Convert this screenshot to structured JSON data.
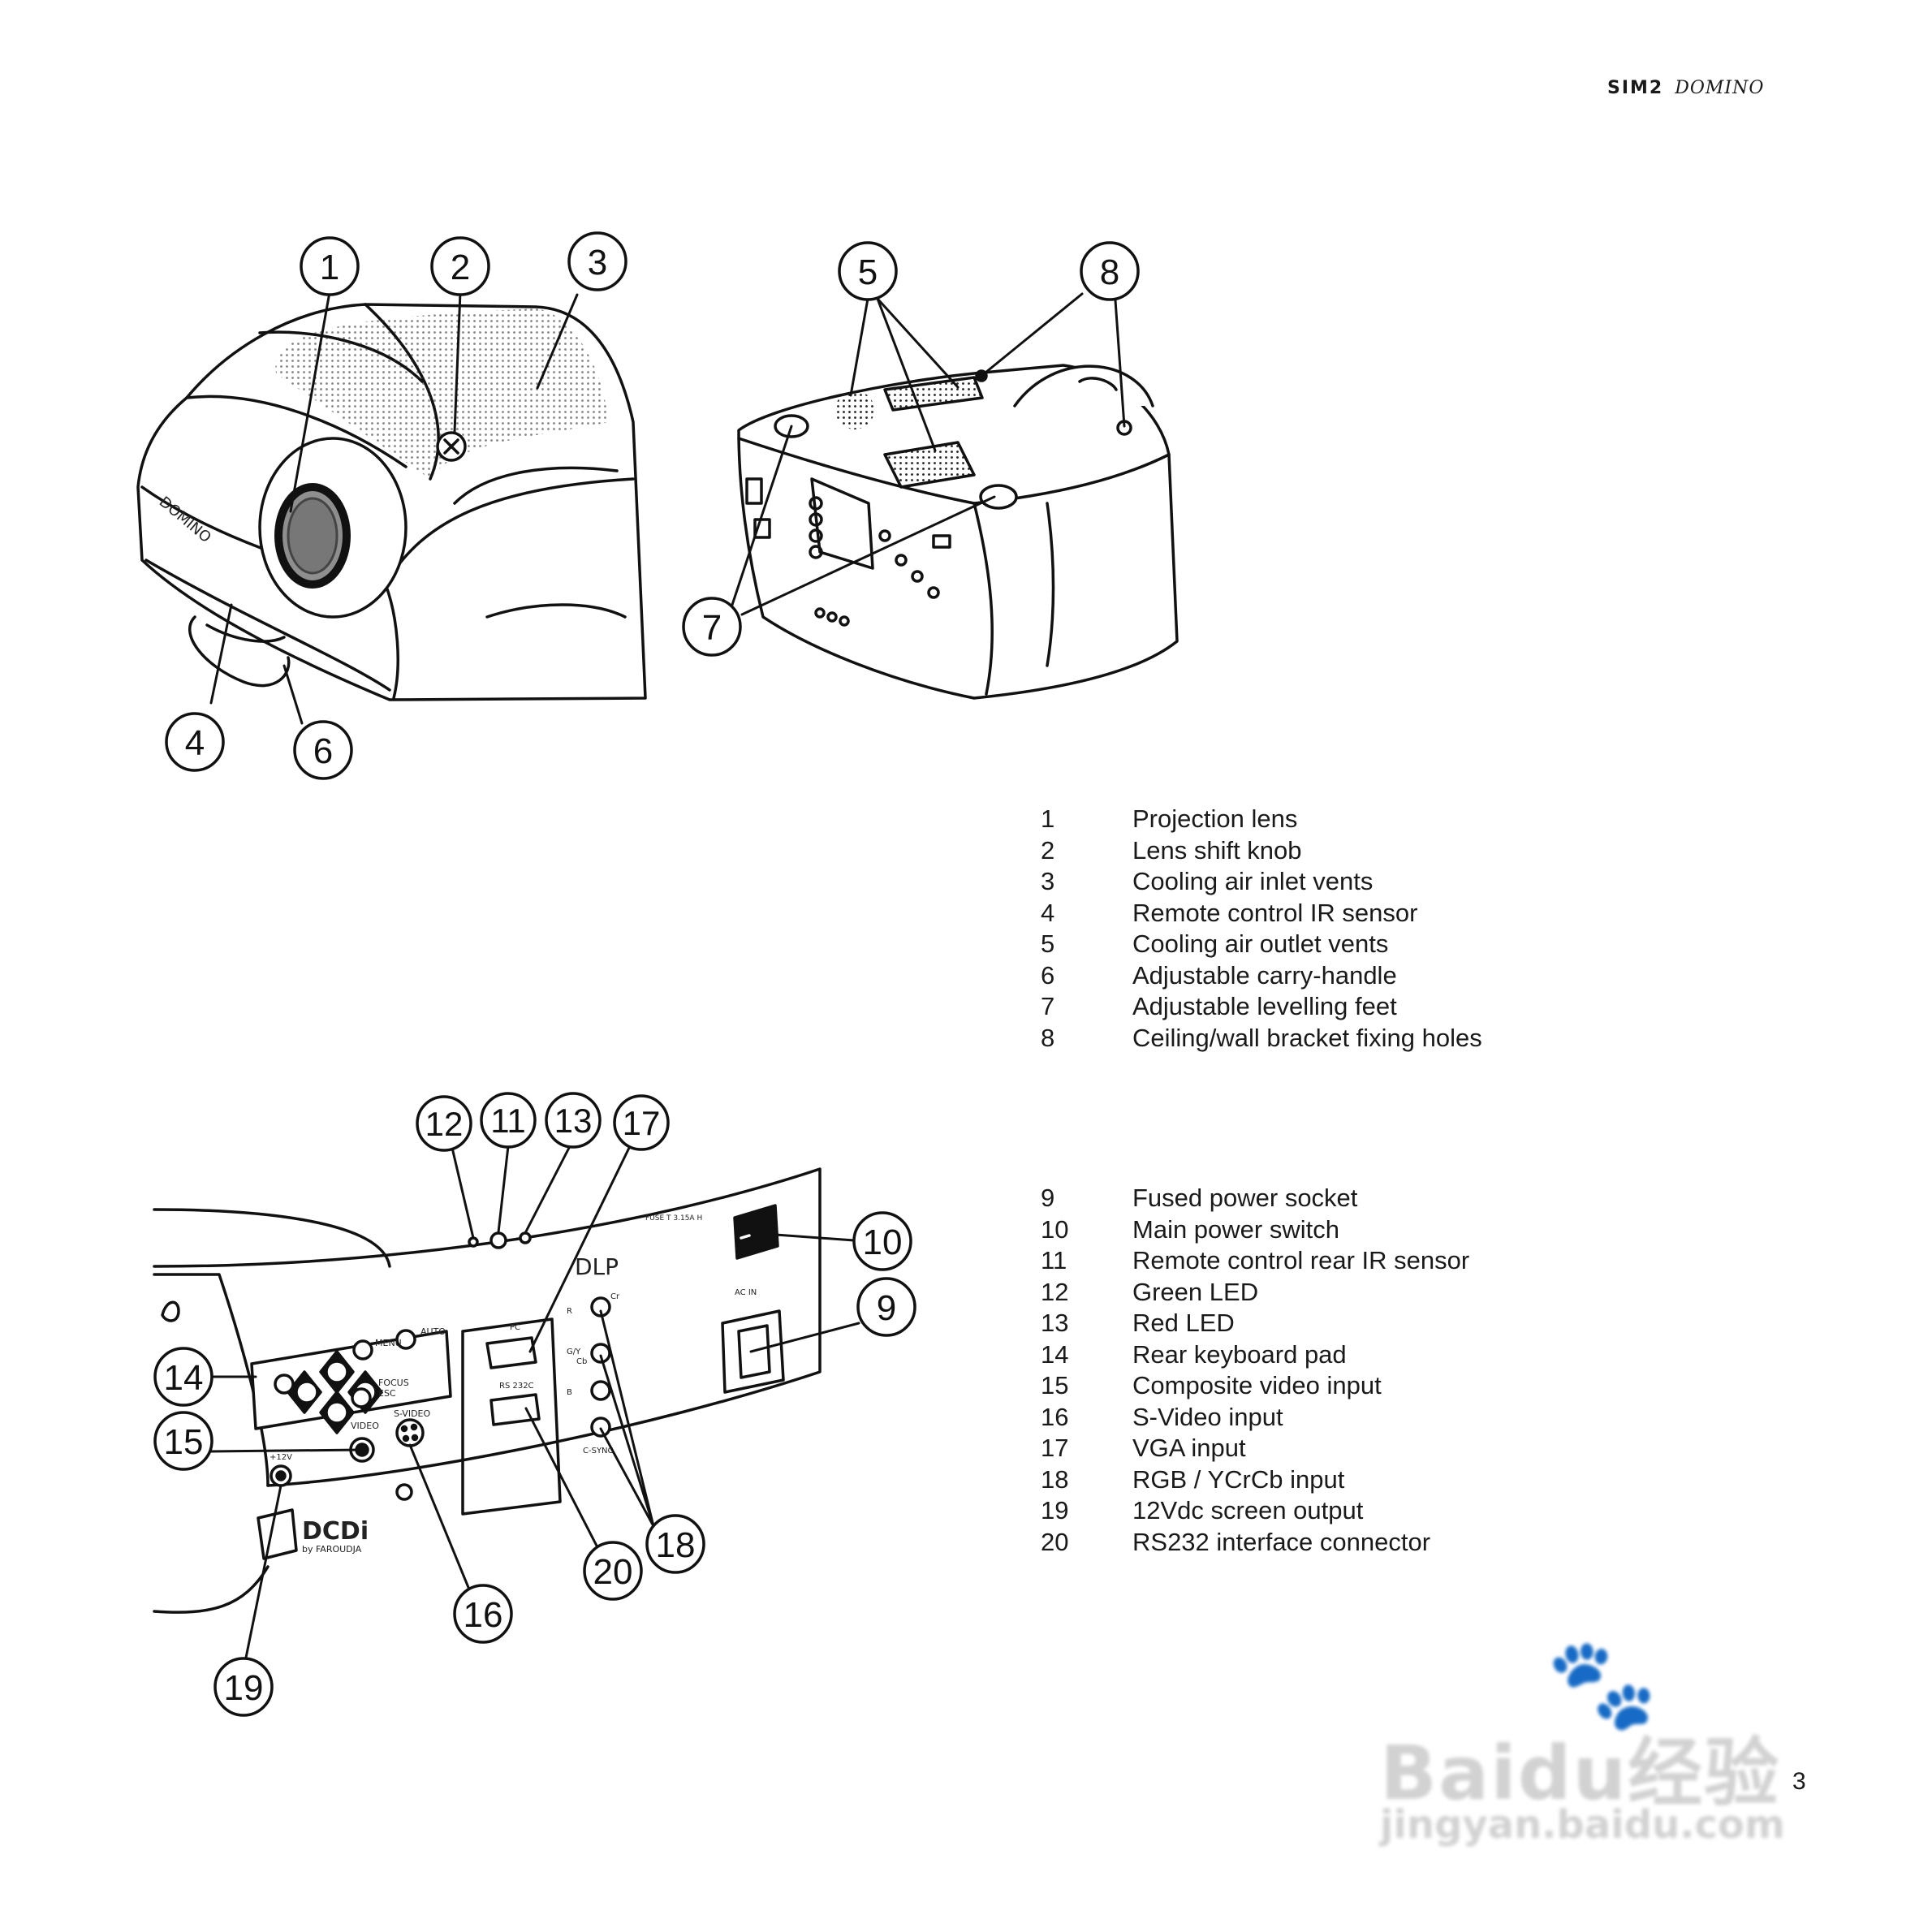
{
  "header": {
    "brand": "SIM2",
    "model": "DOMINO"
  },
  "figures": {
    "front_view": {
      "callouts": [
        "1",
        "2",
        "3",
        "4",
        "6"
      ]
    },
    "bottom_view": {
      "callouts": [
        "5",
        "8",
        "7"
      ]
    },
    "rear_panel": {
      "callouts": [
        "12",
        "11",
        "13",
        "17",
        "10",
        "9",
        "14",
        "15",
        "20",
        "18",
        "16",
        "19"
      ],
      "panel_labels": {
        "menu": "MENU",
        "auto": "AUTO",
        "focus": "FOCUS",
        "esc": "ESC",
        "video": "VIDEO",
        "svideo": "S-VIDEO",
        "pc": "PC",
        "rs232c": "RS 232C",
        "plus12v": "+12V",
        "dcdi": "DCDi",
        "dcdi_by": "by FAROUDJA",
        "dlp": "DLP",
        "ac_in": "AC IN",
        "fuse": "FUSE T 3.15A H",
        "r": "R",
        "g": "G/Y",
        "b": "B",
        "csync": "C-SYNC",
        "cr": "Cr",
        "cb": "Cb"
      }
    }
  },
  "legend_front": [
    {
      "num": "1",
      "label": "Projection lens"
    },
    {
      "num": "2",
      "label": "Lens shift knob"
    },
    {
      "num": "3",
      "label": "Cooling air inlet vents"
    },
    {
      "num": "4",
      "label": "Remote control IR sensor"
    },
    {
      "num": "5",
      "label": "Cooling air outlet vents"
    },
    {
      "num": "6",
      "label": "Adjustable carry-handle"
    },
    {
      "num": "7",
      "label": "Adjustable levelling feet"
    },
    {
      "num": "8",
      "label": "Ceiling/wall bracket fixing holes"
    }
  ],
  "legend_rear": [
    {
      "num": "9",
      "label": "Fused power socket"
    },
    {
      "num": "10",
      "label": "Main power switch"
    },
    {
      "num": "11",
      "label": "Remote control rear IR sensor"
    },
    {
      "num": "12",
      "label": "Green LED"
    },
    {
      "num": "13",
      "label": "Red LED"
    },
    {
      "num": "14",
      "label": "Rear keyboard pad"
    },
    {
      "num": "15",
      "label": "Composite video input"
    },
    {
      "num": "16",
      "label": "S-Video input"
    },
    {
      "num": "17",
      "label": "VGA input"
    },
    {
      "num": "18",
      "label": "RGB / YCrCb input"
    },
    {
      "num": "19",
      "label": "12Vdc screen output"
    },
    {
      "num": "20",
      "label": "RS232 interface connector"
    }
  ],
  "page_number": "3",
  "watermark": {
    "main": "Baidu经验",
    "sub": "jingyan.baidu.com"
  }
}
